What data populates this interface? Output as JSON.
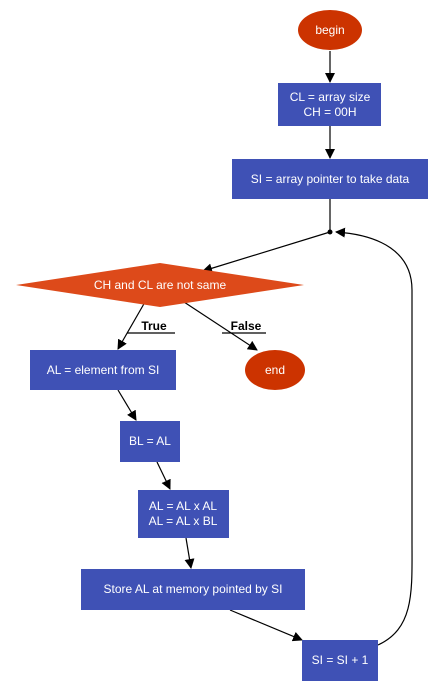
{
  "colors": {
    "process_fill": "#3f51b5",
    "terminal_fill": "#cc3300",
    "decision_fill": "#dd4a1a",
    "edge": "#000000",
    "text": "#ffffff",
    "label_text": "#000000"
  },
  "nodes": {
    "begin": "begin",
    "init_line1": "CL = array size",
    "init_line2": "CH = 00H",
    "si_pointer": "SI = array pointer to take data",
    "decision": "CH and CL are not same",
    "al_load": "AL = element from SI",
    "bl_assign": "BL = AL",
    "mul_line1": "AL = AL x AL",
    "mul_line2": "AL = AL x BL",
    "store": "Store AL at memory pointed by SI",
    "si_inc": "SI = SI + 1",
    "end": "end"
  },
  "edges": {
    "true_label": "True",
    "false_label": "False"
  }
}
